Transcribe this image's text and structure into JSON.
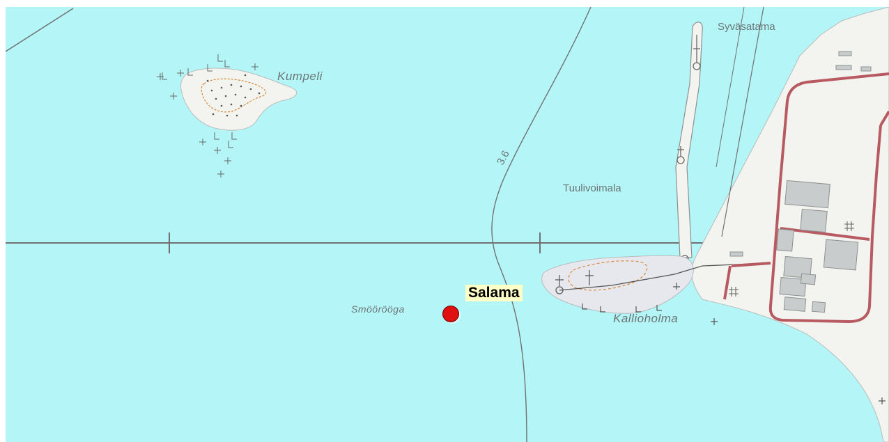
{
  "map": {
    "colors": {
      "water": "#b4f6f8",
      "land": "#f3f4ef",
      "road": "#b85a62",
      "building": "#c9cccc",
      "contour": "#d8893a",
      "line": "#707070"
    },
    "place_labels": {
      "kumpeli": "Kumpeli",
      "syvasatama": "Syväsatama",
      "tuulivoimala": "Tuulivoimala",
      "smoorooga": "Smöörööga",
      "kallioholma": "Kallioholma",
      "depth": "3.6"
    },
    "marker": {
      "label": "Salama",
      "color": "#e01010"
    }
  }
}
